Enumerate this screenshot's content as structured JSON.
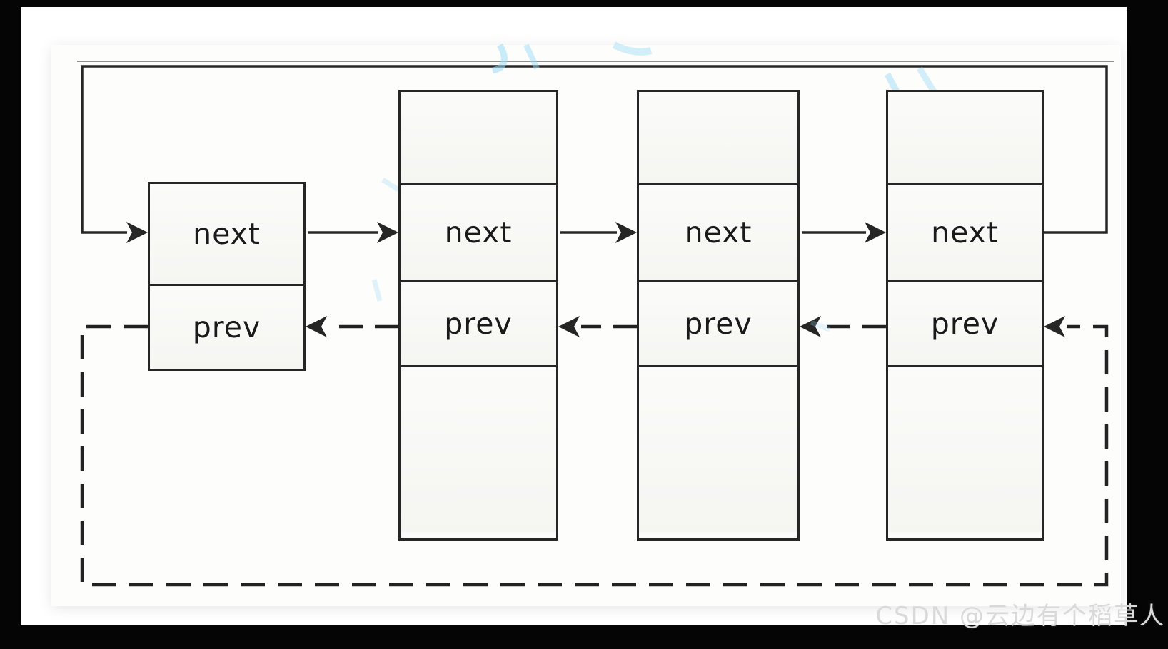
{
  "diagram": {
    "type": "circular-doubly-linked-list",
    "node_count": 4,
    "nodes": [
      {
        "name": "node-1",
        "next_label": "next",
        "prev_label": "prev",
        "top_cell": false,
        "bottom_cell": false
      },
      {
        "name": "node-2",
        "next_label": "next",
        "prev_label": "prev",
        "top_cell": true,
        "bottom_cell": true
      },
      {
        "name": "node-3",
        "next_label": "next",
        "prev_label": "prev",
        "top_cell": true,
        "bottom_cell": true
      },
      {
        "name": "node-4",
        "next_label": "next",
        "prev_label": "prev",
        "top_cell": true,
        "bottom_cell": true
      }
    ],
    "edges": [
      {
        "from": "node-1.next",
        "to": "node-2",
        "style": "solid"
      },
      {
        "from": "node-2.next",
        "to": "node-3",
        "style": "solid"
      },
      {
        "from": "node-3.next",
        "to": "node-4",
        "style": "solid"
      },
      {
        "from": "node-4.next",
        "to": "node-1",
        "style": "solid",
        "route": "top-loop"
      },
      {
        "from": "node-2.prev",
        "to": "node-1",
        "style": "dashed"
      },
      {
        "from": "node-3.prev",
        "to": "node-2",
        "style": "dashed"
      },
      {
        "from": "node-4.prev",
        "to": "node-3",
        "style": "dashed"
      },
      {
        "from": "node-1.prev",
        "to": "node-4",
        "style": "dashed",
        "route": "bottom-loop"
      }
    ],
    "line_color": "#262626",
    "accent_smudge_color": "#9ddcf5"
  },
  "watermark": {
    "text": "CSDN @云边有个稻草人",
    "color": "#d9d9d9"
  }
}
